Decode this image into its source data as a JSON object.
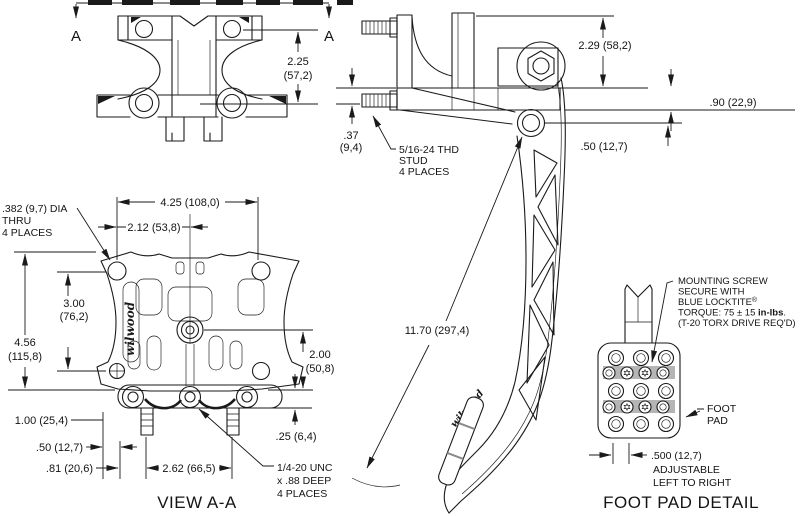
{
  "drawing": {
    "section": {
      "label_left": "A",
      "label_right": "A"
    },
    "top_view": {
      "dim_height_in": "2.25",
      "dim_height_mm": "(57,2)"
    },
    "side_view": {
      "dim_overall": "2.29 (58,2)",
      "dim_base": ".90 (22,9)",
      "dim_pivot": ".50 (12,7)",
      "dim_stud_in": ".37",
      "dim_stud_mm": "(9,4)",
      "stud_note": [
        "5/16-24 THD",
        "STUD",
        "4 PLACES"
      ],
      "dim_pedal_length": "11.70 (297,4)",
      "brand": "wilwood"
    },
    "view_aa": {
      "title": "VIEW A-A",
      "dim_width": "4.25 (108,0)",
      "dim_center": "2.12 (53,8)",
      "hole_note": [
        ".382 (9,7) DIA",
        "THRU",
        "4 PLACES"
      ],
      "dim_v1_in": "3.00",
      "dim_v1_mm": "(76,2)",
      "dim_v2_in": "4.56",
      "dim_v2_mm": "(115,8)",
      "dim_v3_in": "2.00",
      "dim_v3_mm": "(50,8)",
      "dim_ref": "1.00 (25,4)",
      "dim_b1": ".50 (12,7)",
      "dim_b2": ".81 (20,6)",
      "dim_b3": "2.62 (66,5)",
      "dim_boss": ".25 (6,4)",
      "thread_note": [
        "1/4-20 UNC",
        "x .88 DEEP",
        "4 PLACES"
      ],
      "brand": "wilwood"
    },
    "foot_pad": {
      "title": "FOOT PAD DETAIL",
      "screw_note": [
        "MOUNTING SCREW",
        "SECURE WITH"
      ],
      "locktite": "BLUE LOCKTITE",
      "locktite_reg": "®",
      "torque_prefix": "TORQUE: 75 ± 15 ",
      "torque_bold": "in-lbs",
      "torque_suffix": ".",
      "torx_note": "(T-20 TORX DRIVE REQ'D)",
      "pad_label": [
        "FOOT",
        "PAD"
      ],
      "dim_adjust": ".500 (12,7)",
      "adjust_note": [
        "ADJUSTABLE",
        "LEFT TO RIGHT"
      ]
    },
    "colors": {
      "line": "#1a1a1a",
      "slot_gray": "#b5b5b5",
      "background": "#ffffff"
    }
  }
}
